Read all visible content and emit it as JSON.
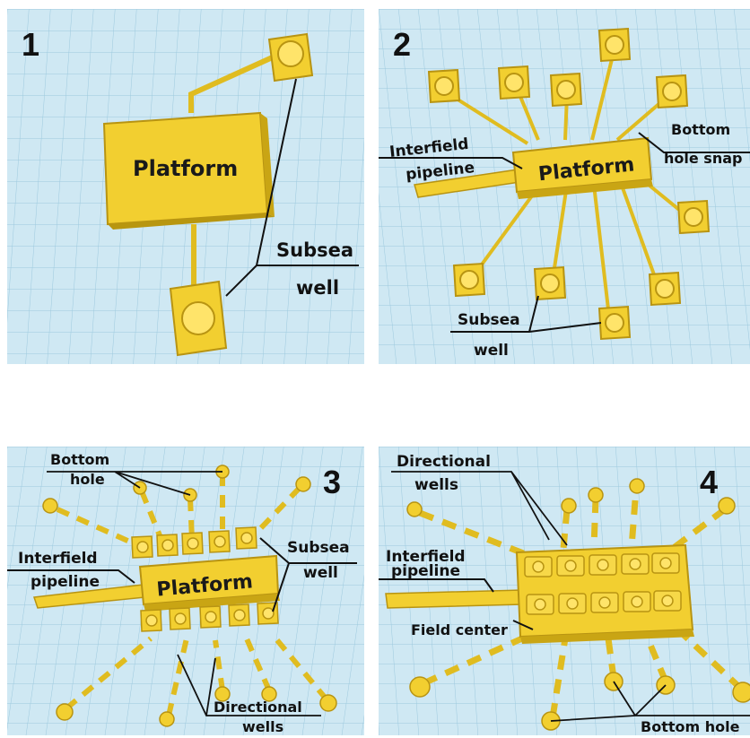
{
  "colors": {
    "grid_bg": "#cfe8f3",
    "grid_line": "#9cc9de",
    "yellow": "#f2cf30",
    "yellow_dark": "#c9a514",
    "yellow_light": "#ffe46a",
    "ink": "#111111"
  },
  "panels": [
    {
      "number": "1",
      "platform": "Platform",
      "labels": {
        "subsea_1": "Subsea",
        "subsea_2": "well"
      }
    },
    {
      "number": "2",
      "platform": "Platform",
      "labels": {
        "interfield_1": "Interfield",
        "interfield_2": "pipeline",
        "bottom_1": "Bottom",
        "bottom_2": "hole snap",
        "subsea_1": "Subsea",
        "subsea_2": "well"
      }
    },
    {
      "number": "3",
      "platform": "Platform",
      "labels": {
        "bottom_1": "Bottom",
        "bottom_2": "hole",
        "interfield_1": "Interfield",
        "interfield_2": "pipeline",
        "subsea_1": "Subsea",
        "subsea_2": "well",
        "directional_1": "Directional",
        "directional_2": "wells"
      }
    },
    {
      "number": "4",
      "labels": {
        "directional_1": "Directional",
        "directional_2": "wells",
        "interfield_1": "Interfield",
        "interfield_2": "pipeline",
        "field_center": "Field center",
        "bottom_hole": "Bottom hole"
      }
    }
  ]
}
